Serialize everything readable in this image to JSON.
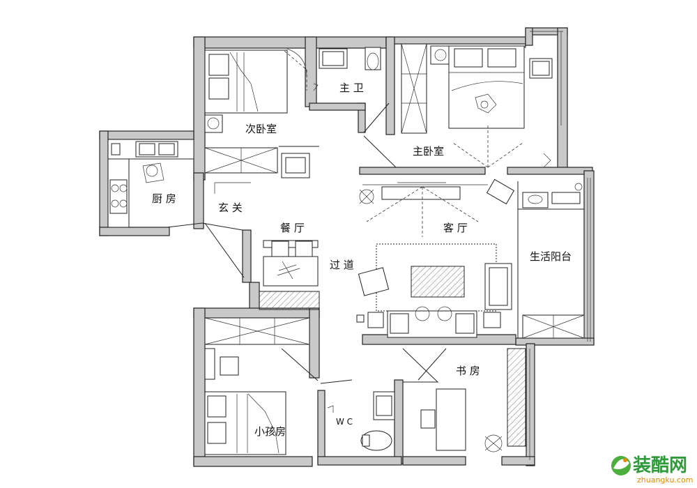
{
  "rooms": {
    "second_bedroom": "次卧室",
    "master_bath": "主 卫",
    "master_bedroom": "主卧室",
    "kitchen": "厨 房",
    "entrance": "玄 关",
    "dining": "餐 厅",
    "living": "客 厅",
    "living_balcony": "生活阳台",
    "corridor": "过 道",
    "study": "书 房",
    "kids_room": "小孩房",
    "wc": "W C"
  },
  "watermark": {
    "brand": "装酷网",
    "url": "zhuangku.com"
  },
  "colors": {
    "wall_fill": "#c9c9c9",
    "line": "#222222",
    "watermark_green": "#2f9a3a",
    "watermark_orange": "#e08a00"
  }
}
